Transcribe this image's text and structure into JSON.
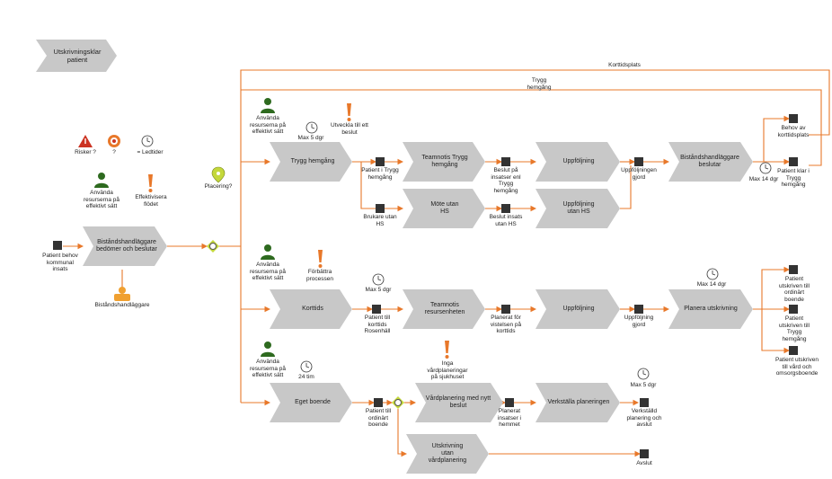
{
  "colors": {
    "process": "#c8c8c8",
    "flow": "#e8782a",
    "event": "#333333",
    "gateway": "#c4d83b",
    "person": "#2e6a1f",
    "exclaim": "#e8782a",
    "risk": "#cc3322"
  },
  "title_banner": "Utskrivningsklar\npatient",
  "legend": {
    "risk": "Risker ?",
    "question": "?",
    "clock": "= Ledtider"
  },
  "left": {
    "resources": "Använda\nresurserna på\neffektivt sätt",
    "efficiency": "Effektivisera\nflödet",
    "event_start": "Patient behov\nkommunal\ninsats",
    "proc_assessor": "Biståndshandläggare\nbedömer och beslutar",
    "role": "Biståndshandläggare",
    "placement": "Placering?"
  },
  "top_routes": {
    "kortidsplats": "Korttidsplats",
    "trygg_hemgang": "Trygg\nhemgång"
  },
  "trygg": {
    "resources": "Använda\nresurserna på\neffektivt sätt",
    "clock": "Max 5 dgr",
    "improve": "Utveckla till ett\nbeslut",
    "proc_main": "Trygg hemgång",
    "event_patient": "Patient i Trygg\nhemgång",
    "event_user": "Brukare utan\nHS",
    "proc_team": "Teamnotis Trygg\nhemgång",
    "proc_meeting": "Möte utan\nHS",
    "event_decision": "Beslut på\ninsatser enl\nTrygg\nhemgång",
    "event_decision2": "Beslut insats\nutan HS",
    "proc_follow": "Uppföljning",
    "proc_follow2": "Uppföljning\nutan HS",
    "event_followed": "Uppföljningen\ngjord",
    "proc_bist": "Biståndshandläggare\nbeslutar",
    "clock2": "Max 14 dgr",
    "event_need": "Behov av\nkorttidsplats",
    "event_clear": "Patient klar i\nTrygg\nhemgång"
  },
  "kort": {
    "resources": "Använda\nresurserna på\neffektivt sätt",
    "improve": "Förbättra\nprocessen",
    "clock": "Max 5 dgr",
    "proc_main": "Korttids",
    "event_patient": "Patient till\nkorttids\nRosenhäll",
    "proc_team": "Teamnotis\nresursenheten",
    "event_planned": "Planerat för\nvistelsen på\nkorttids",
    "proc_follow": "Uppföljning",
    "event_followed": "Uppföljning\ngjord",
    "clock2": "Max 14 dgr",
    "proc_plan": "Planera utskrivning",
    "event_out1": "Patient\nutskriven till\nordinärt\nboende",
    "event_out2": "Patient\nutskriven till\nTrygg\nhemgång",
    "event_out3": "Patient utskriven\ntill vård och\nomsorgsboende"
  },
  "egen": {
    "resources": "Använda\nresurserna på\neffektivt sätt",
    "clock": "24 tim",
    "proc_main": "Eget boende",
    "event_patient": "Patient till\nordinärt\nboende",
    "improve": "Inga\nvårdplaneringar\npå sjukhuset",
    "proc_plan": "Vårdplanering med nytt\nbeslut",
    "event_planned": "Planerat\ninsatser i\nhemmet",
    "proc_exec": "Verkställa planeringen",
    "clock2": "Max 5 dgr",
    "event_done": "Verkställd\nplanering och\navslut",
    "proc_noplan": "Utskrivning\nutan\nvårdplanering",
    "event_end": "Avslut"
  }
}
